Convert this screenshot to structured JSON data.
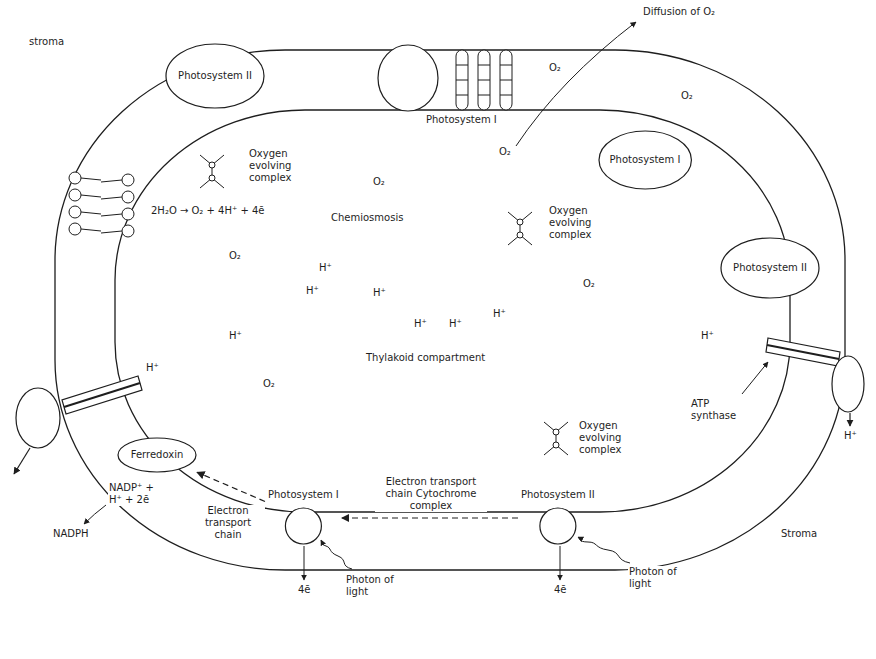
{
  "diagram": {
    "nodes": [
      {
        "text": [
          "Photosystem II"
        ]
      },
      {
        "text": [
          "Photosystem I"
        ]
      },
      {
        "text": [
          "Photosystem II"
        ]
      },
      {
        "text": [
          "Ferredoxin"
        ]
      },
      {
        "text": [
          "Photosystem I"
        ]
      },
      {
        "text": [
          "Photosystem II"
        ]
      }
    ],
    "edges": [
      {
        "from": 5,
        "to": 4,
        "arrow": "to",
        "label": "Electron transport chain Cytochrome complex"
      },
      {
        "from": 4,
        "to": 3,
        "arrow": "to",
        "label": "Electron transport chain"
      }
    ],
    "labels": [
      "stroma",
      "O₂",
      "Photosystem I",
      "Diffusion of O₂",
      "O₂",
      "O₂",
      "Oxygen evolving complex",
      "2H₂O → O₂ + 4H⁺ + 4ē",
      "O₂",
      "Chemiosmosis",
      "Oxygen evolving complex",
      "O₂",
      "H⁺",
      "H⁺",
      "H⁺",
      "O₂",
      "H⁺",
      "H⁺",
      "H⁺",
      "H⁺",
      "Thylakoid compartment",
      "H⁺",
      "H⁺",
      "O₂",
      "ATP synthase",
      "H⁺",
      "Oxygen evolving complex",
      "NADP⁺ + H⁺ + 2ē",
      "Stroma",
      "NADPH",
      "4ē",
      "Photon of light",
      "4ē",
      "Photon of light"
    ]
  }
}
